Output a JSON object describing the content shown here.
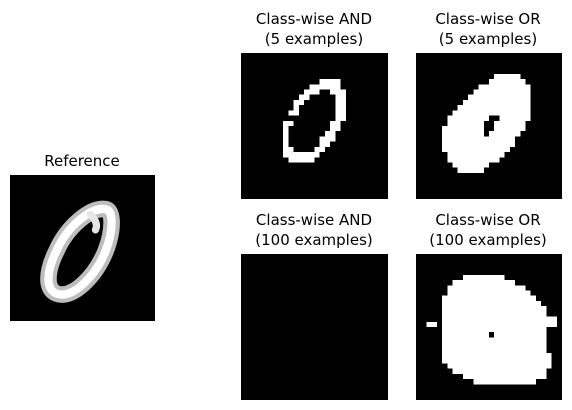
{
  "figure": {
    "panels": [
      {
        "id": "reference",
        "title_lines": [
          "Reference"
        ]
      },
      {
        "id": "and-5",
        "title_lines": [
          "Class-wise AND",
          "(5 examples)"
        ]
      },
      {
        "id": "or-5",
        "title_lines": [
          "Class-wise OR",
          "(5 examples)"
        ]
      },
      {
        "id": "and-100",
        "title_lines": [
          "Class-wise AND",
          "(100 examples)"
        ]
      },
      {
        "id": "or-100",
        "title_lines": [
          "Class-wise OR",
          "(100 examples)"
        ]
      }
    ],
    "colors": {
      "background": "#000000",
      "foreground": "#ffffff",
      "reference_gray": "#bdbdbd"
    }
  }
}
